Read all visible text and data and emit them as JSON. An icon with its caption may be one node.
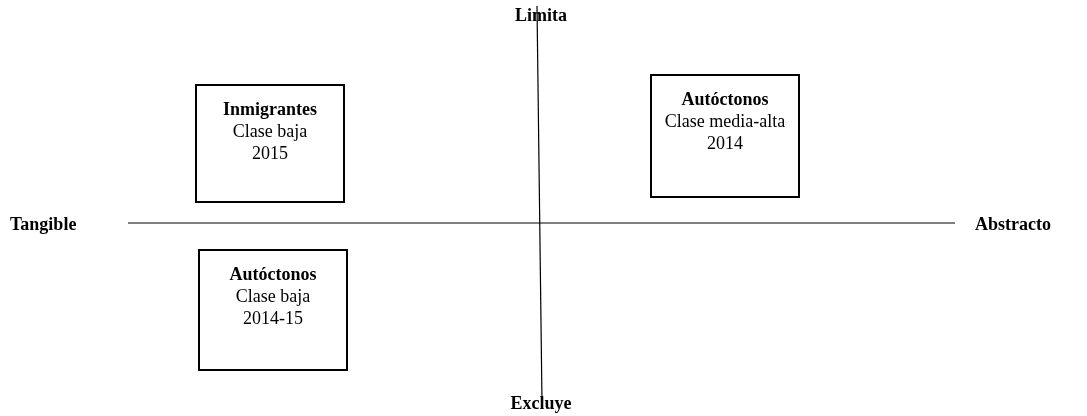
{
  "diagram": {
    "nodes": [
      {
        "text": [
          "Inmigrantes",
          "Clase baja",
          "2015"
        ]
      },
      {
        "text": [
          "Autóctonos",
          "Clase media-alta",
          "2014"
        ]
      },
      {
        "text": [
          "Autóctonos",
          "Clase baja",
          "2014-15"
        ]
      }
    ],
    "labels": [
      "Limita",
      "Tangible",
      "Abstracto",
      "Excluye"
    ]
  }
}
